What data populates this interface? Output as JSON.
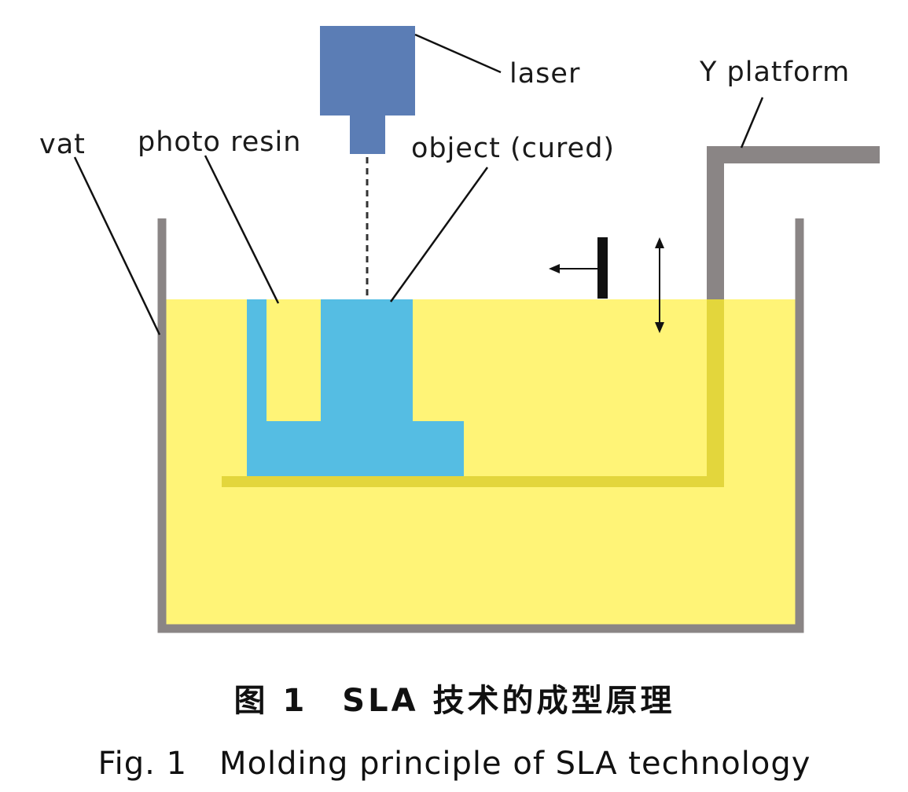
{
  "labels": {
    "laser": "laser",
    "y_platform": "Y platform",
    "vat": "vat",
    "photo_resin": "photo resin",
    "object_cured": "object (cured)"
  },
  "caption": {
    "chinese": "图 1　SLA 技术的成型原理",
    "english": "Fig. 1　Molding principle of SLA technology"
  },
  "colors": {
    "laser": "#5b7db5",
    "resin": "#fff477",
    "object": "#55bde3",
    "vat": "#8a8585",
    "platform": "#8a8585",
    "platform_submerged": "#e3d63c",
    "recoater_blade": "#111111"
  }
}
